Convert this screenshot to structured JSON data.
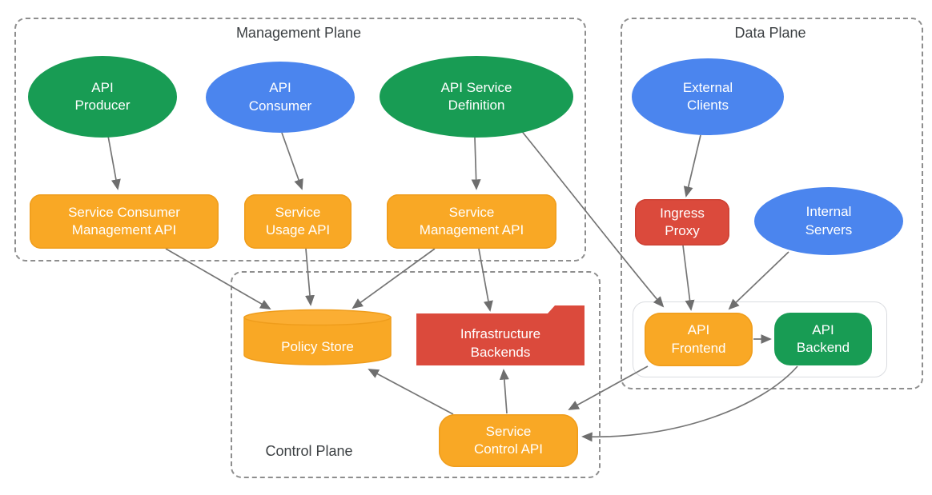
{
  "planes": {
    "management": {
      "label": "Management Plane"
    },
    "data": {
      "label": "Data Plane"
    },
    "control": {
      "label": "Control Plane"
    }
  },
  "nodes": {
    "api_producer": {
      "label": "API\nProducer",
      "shape": "ellipse",
      "color": "green",
      "plane": "management"
    },
    "api_consumer": {
      "label": "API\nConsumer",
      "shape": "ellipse",
      "color": "blue",
      "plane": "management"
    },
    "api_service_definition": {
      "label": "API Service\nDefinition",
      "shape": "ellipse",
      "color": "green",
      "plane": "management"
    },
    "service_consumer_management_api": {
      "label": "Service Consumer\nManagement API",
      "shape": "rounded-rect",
      "color": "orange",
      "plane": "management"
    },
    "service_usage_api": {
      "label": "Service\nUsage API",
      "shape": "rounded-rect",
      "color": "orange",
      "plane": "management"
    },
    "service_management_api": {
      "label": "Service\nManagement API",
      "shape": "rounded-rect",
      "color": "orange",
      "plane": "management"
    },
    "external_clients": {
      "label": "External\nClients",
      "shape": "ellipse",
      "color": "blue",
      "plane": "data"
    },
    "ingress_proxy": {
      "label": "Ingress\nProxy",
      "shape": "rounded-rect",
      "color": "red",
      "plane": "data"
    },
    "internal_servers": {
      "label": "Internal\nServers",
      "shape": "ellipse",
      "color": "blue",
      "plane": "data"
    },
    "api_frontend": {
      "label": "API\nFrontend",
      "shape": "rounded-rect",
      "color": "orange",
      "plane": "data"
    },
    "api_backend": {
      "label": "API\nBackend",
      "shape": "rounded-rect",
      "color": "green",
      "plane": "data"
    },
    "policy_store": {
      "label": "Policy Store",
      "shape": "cylinder",
      "color": "orange",
      "plane": "control"
    },
    "infrastructure_backends": {
      "label": "Infrastructure\nBackends",
      "shape": "folder",
      "color": "red",
      "plane": "control"
    },
    "service_control_api": {
      "label": "Service\nControl API",
      "shape": "rounded-rect",
      "color": "orange",
      "plane": "control"
    }
  },
  "edges": [
    {
      "from": "api_producer",
      "to": "service_consumer_management_api"
    },
    {
      "from": "api_consumer",
      "to": "service_usage_api"
    },
    {
      "from": "api_service_definition",
      "to": "service_management_api"
    },
    {
      "from": "api_service_definition",
      "to": "api_frontend"
    },
    {
      "from": "service_consumer_management_api",
      "to": "policy_store"
    },
    {
      "from": "service_usage_api",
      "to": "policy_store"
    },
    {
      "from": "service_management_api",
      "to": "policy_store"
    },
    {
      "from": "service_management_api",
      "to": "infrastructure_backends"
    },
    {
      "from": "external_clients",
      "to": "ingress_proxy"
    },
    {
      "from": "ingress_proxy",
      "to": "api_frontend"
    },
    {
      "from": "internal_servers",
      "to": "api_frontend"
    },
    {
      "from": "api_frontend",
      "to": "api_backend"
    },
    {
      "from": "api_frontend",
      "to": "service_control_api"
    },
    {
      "from": "api_backend",
      "to": "service_control_api"
    },
    {
      "from": "service_control_api",
      "to": "infrastructure_backends"
    },
    {
      "from": "service_control_api",
      "to": "policy_store"
    }
  ],
  "colors": {
    "green": "#189C54",
    "blue": "#4B85EE",
    "orange": "#F9A825",
    "red": "#DB4A3C",
    "plane_label_text": "#3C4043",
    "node_text": "#FFFFFF",
    "edge_line": "#757575",
    "dashed_border": "#8E8E8E",
    "inner_container_border": "#DADCE0"
  }
}
